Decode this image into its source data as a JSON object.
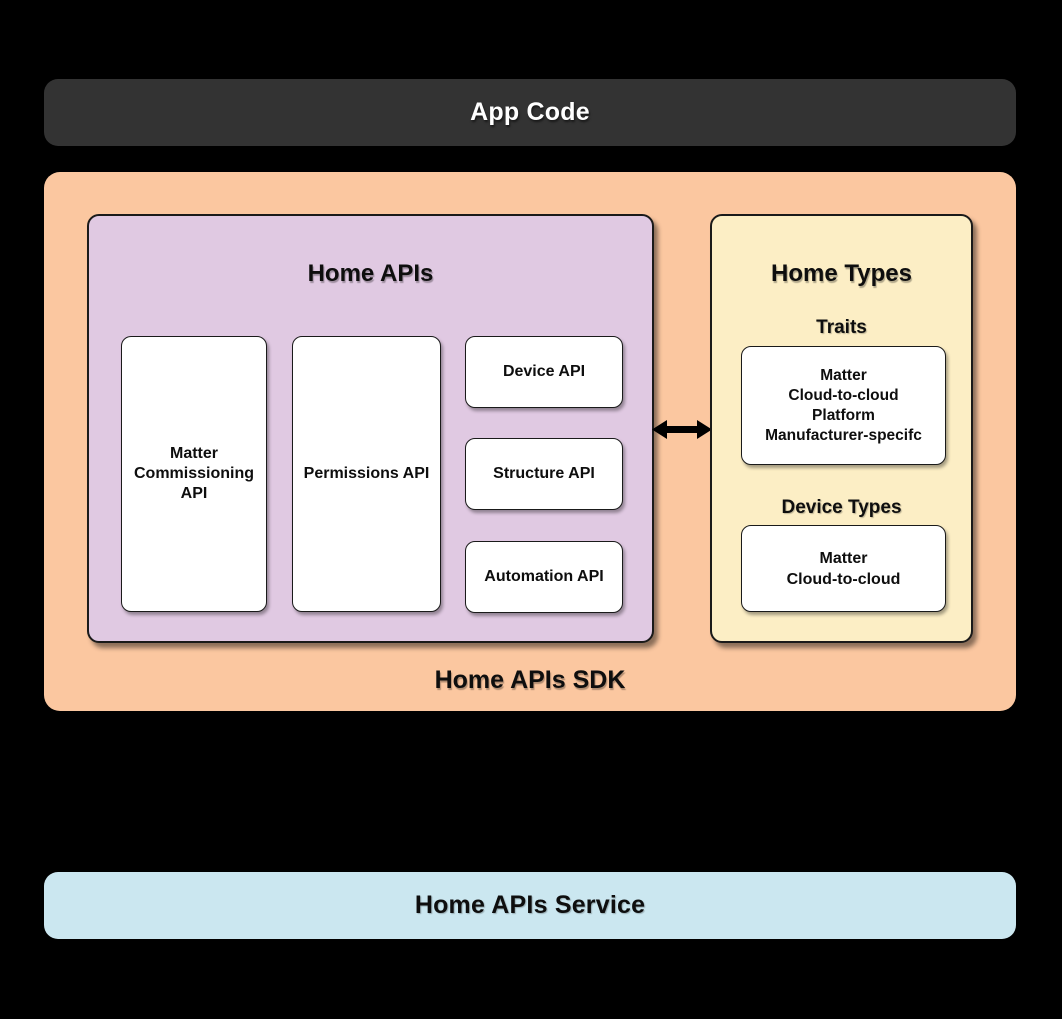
{
  "colors": {
    "background": "#000000",
    "app_code_bg": "#333333",
    "sdk_bg": "#FBC7A0",
    "home_apis_bg": "#E0C9E2",
    "home_types_bg": "#FCEEC5",
    "service_bg": "#CBE7F0",
    "card_bg": "#FFFFFF",
    "border": "#1A1A1A"
  },
  "app_code": {
    "label": "App Code"
  },
  "sdk": {
    "caption": "Home APIs SDK",
    "home_apis": {
      "title": "Home APIs",
      "cards": [
        {
          "label": "Matter\nCommissioning\nAPI"
        },
        {
          "label": "Permissions API"
        },
        {
          "label": "Device API"
        },
        {
          "label": "Structure API"
        },
        {
          "label": "Automation API"
        }
      ]
    },
    "home_types": {
      "title": "Home Types",
      "traits_heading": "Traits",
      "traits_card": "Matter\nCloud-to-cloud\nPlatform\nManufacturer-specifc",
      "device_types_heading": "Device Types",
      "device_types_card": "Matter\nCloud-to-cloud"
    },
    "connector": {
      "icon": "bidirectional-arrow"
    }
  },
  "service": {
    "label": "Home APIs Service"
  }
}
